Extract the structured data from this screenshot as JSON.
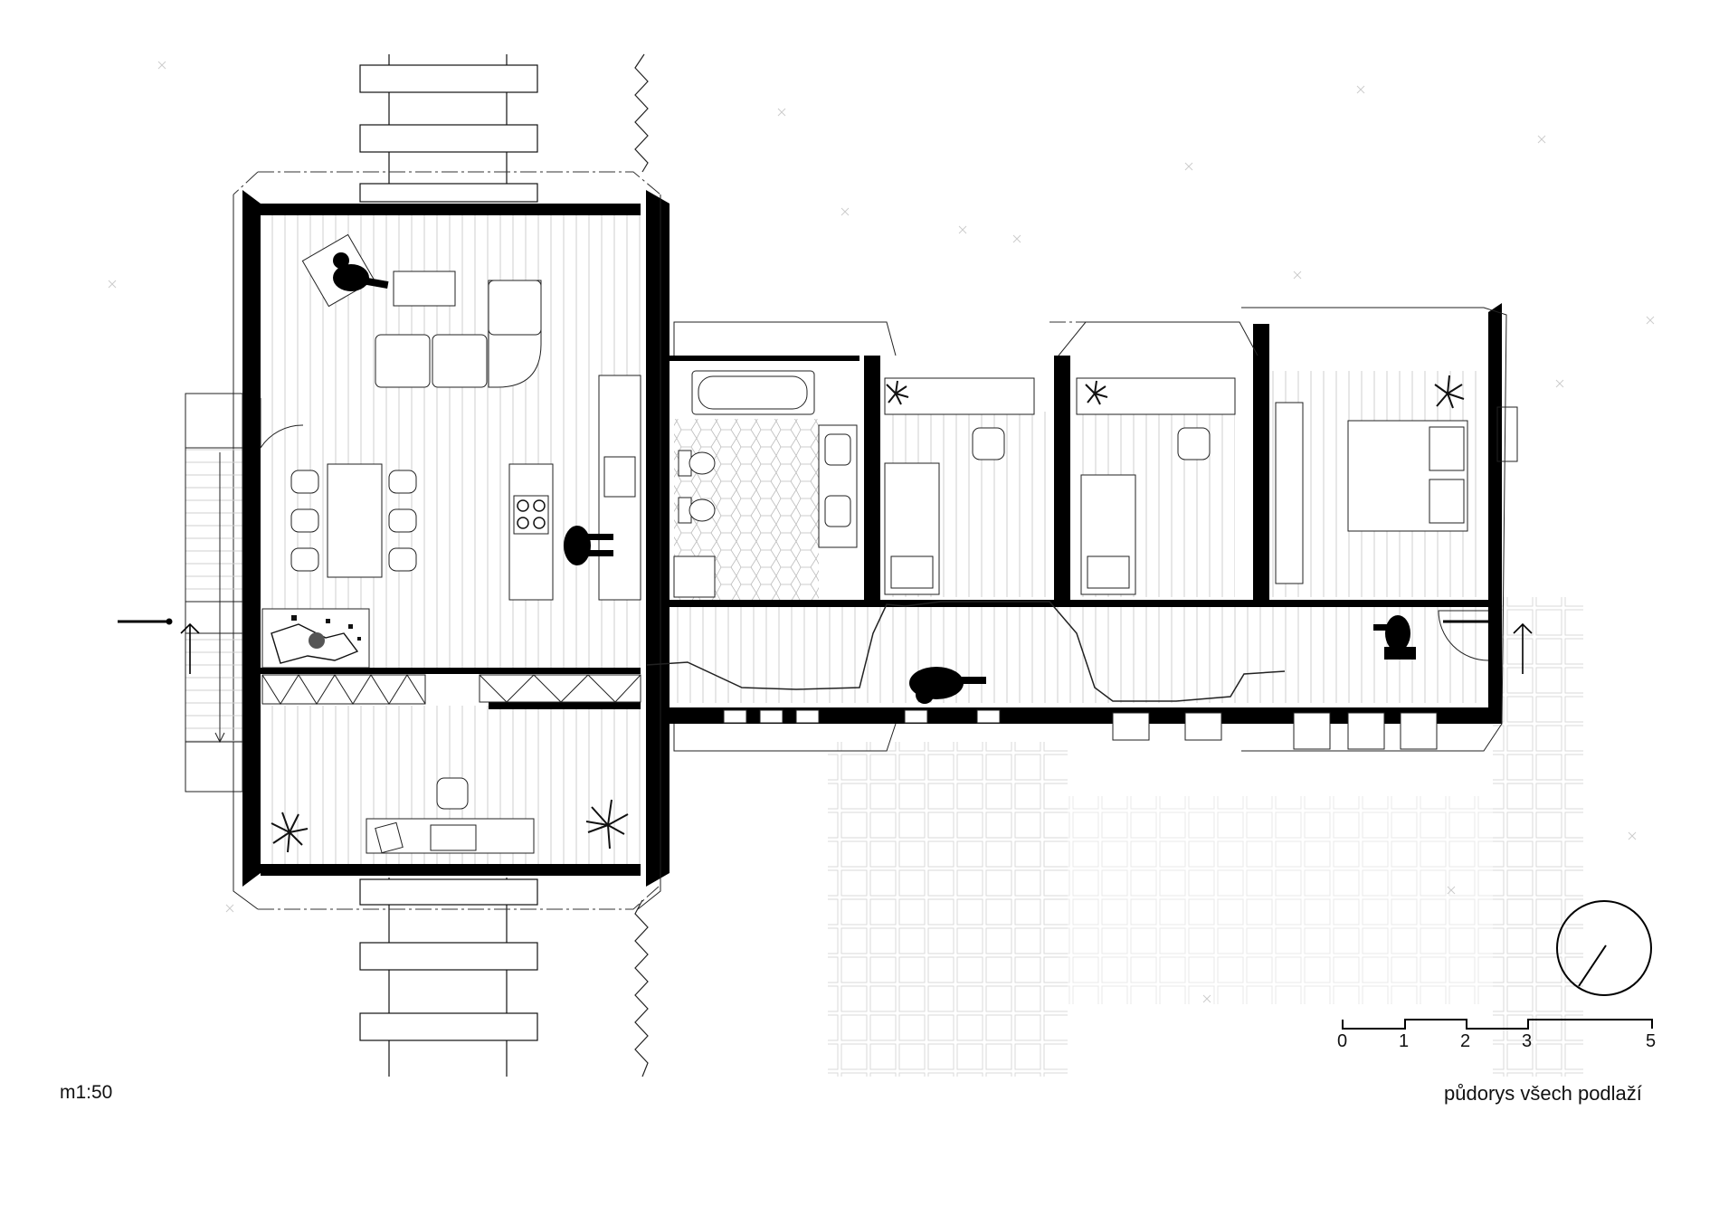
{
  "labels": {
    "scale": "m1:50",
    "plan_title": "půdorys všech podlaží"
  },
  "scale_bar": {
    "ticks": [
      "0",
      "1",
      "2",
      "3",
      "5"
    ]
  },
  "colors": {
    "wall": "#000000",
    "line": "#222222",
    "hatch": "#c8c8c8",
    "ground_mark": "#cccccc"
  },
  "icons": [
    "north-arrow-icon",
    "person-icon",
    "plant-icon",
    "chair-icon",
    "stove-icon"
  ]
}
